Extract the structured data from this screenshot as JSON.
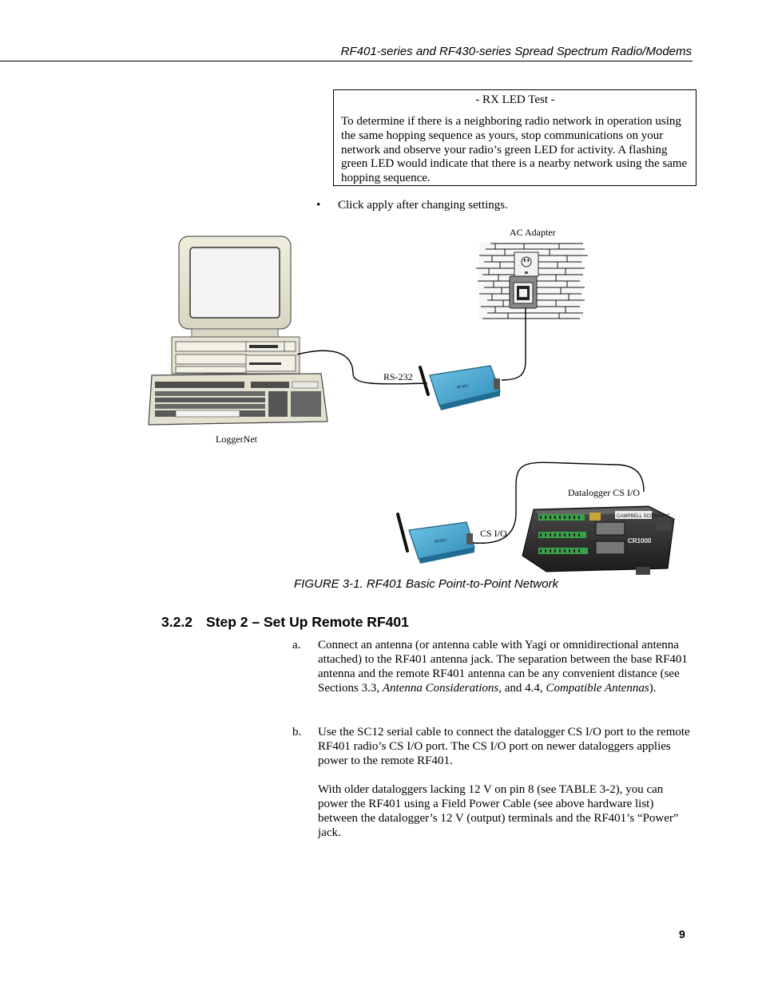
{
  "header": {
    "title": "RF401-series and RF430-series Spread Spectrum Radio/Modems"
  },
  "note": {
    "title": "- RX LED Test -",
    "body": "To determine if there is a neighboring radio network in operation using the same hopping sequence as yours, stop communications on your network and observe your radio’s green LED for activity.  A flashing green LED would indicate that there is a nearby  network using the same hopping sequence."
  },
  "bullet": {
    "symbol": "•",
    "text": "Click apply after changing settings."
  },
  "figure": {
    "labels": {
      "ac_adapter": "AC Adapter",
      "rs232": "RS-232",
      "loggernet": "LoggerNet",
      "datalogger_csio": "Datalogger CS I/O",
      "csio": "CS I/O"
    },
    "device_text": {
      "rf401": "RF401",
      "campbell": "CAMPBELL SCIENTIFIC",
      "cr1000": "CR1000"
    },
    "caption": "FIGURE 3-1.  RF401 Basic Point-to-Point Network"
  },
  "section": {
    "number": "3.2.2",
    "title": "Step 2 – Set Up Remote RF401"
  },
  "steps": {
    "a": {
      "marker": "a.",
      "text1": "Connect an antenna (or antenna cable with Yagi or omnidirectional antenna attached) to the RF401 antenna jack.  The separation between the base RF401 antenna and the remote RF401 antenna can be any convenient distance (see Sections 3.3, ",
      "em1": "Antenna Considerations",
      "text2": ", and 4.4, ",
      "em2": "Compatible Antennas",
      "text3": ")."
    },
    "b": {
      "marker": "b.",
      "text": "Use the SC12 serial cable to connect the datalogger CS I/O port to the remote RF401 radio’s CS I/O port.  The CS I/O port on newer dataloggers applies power to the remote RF401.",
      "text2": "With older dataloggers lacking 12 V on pin 8 (see TABLE 3-2), you can power the RF401 using a Field Power Cable (see above hardware list) between the datalogger’s 12 V (output) terminals and the RF401’s “Power” jack."
    }
  },
  "page_number": "9"
}
